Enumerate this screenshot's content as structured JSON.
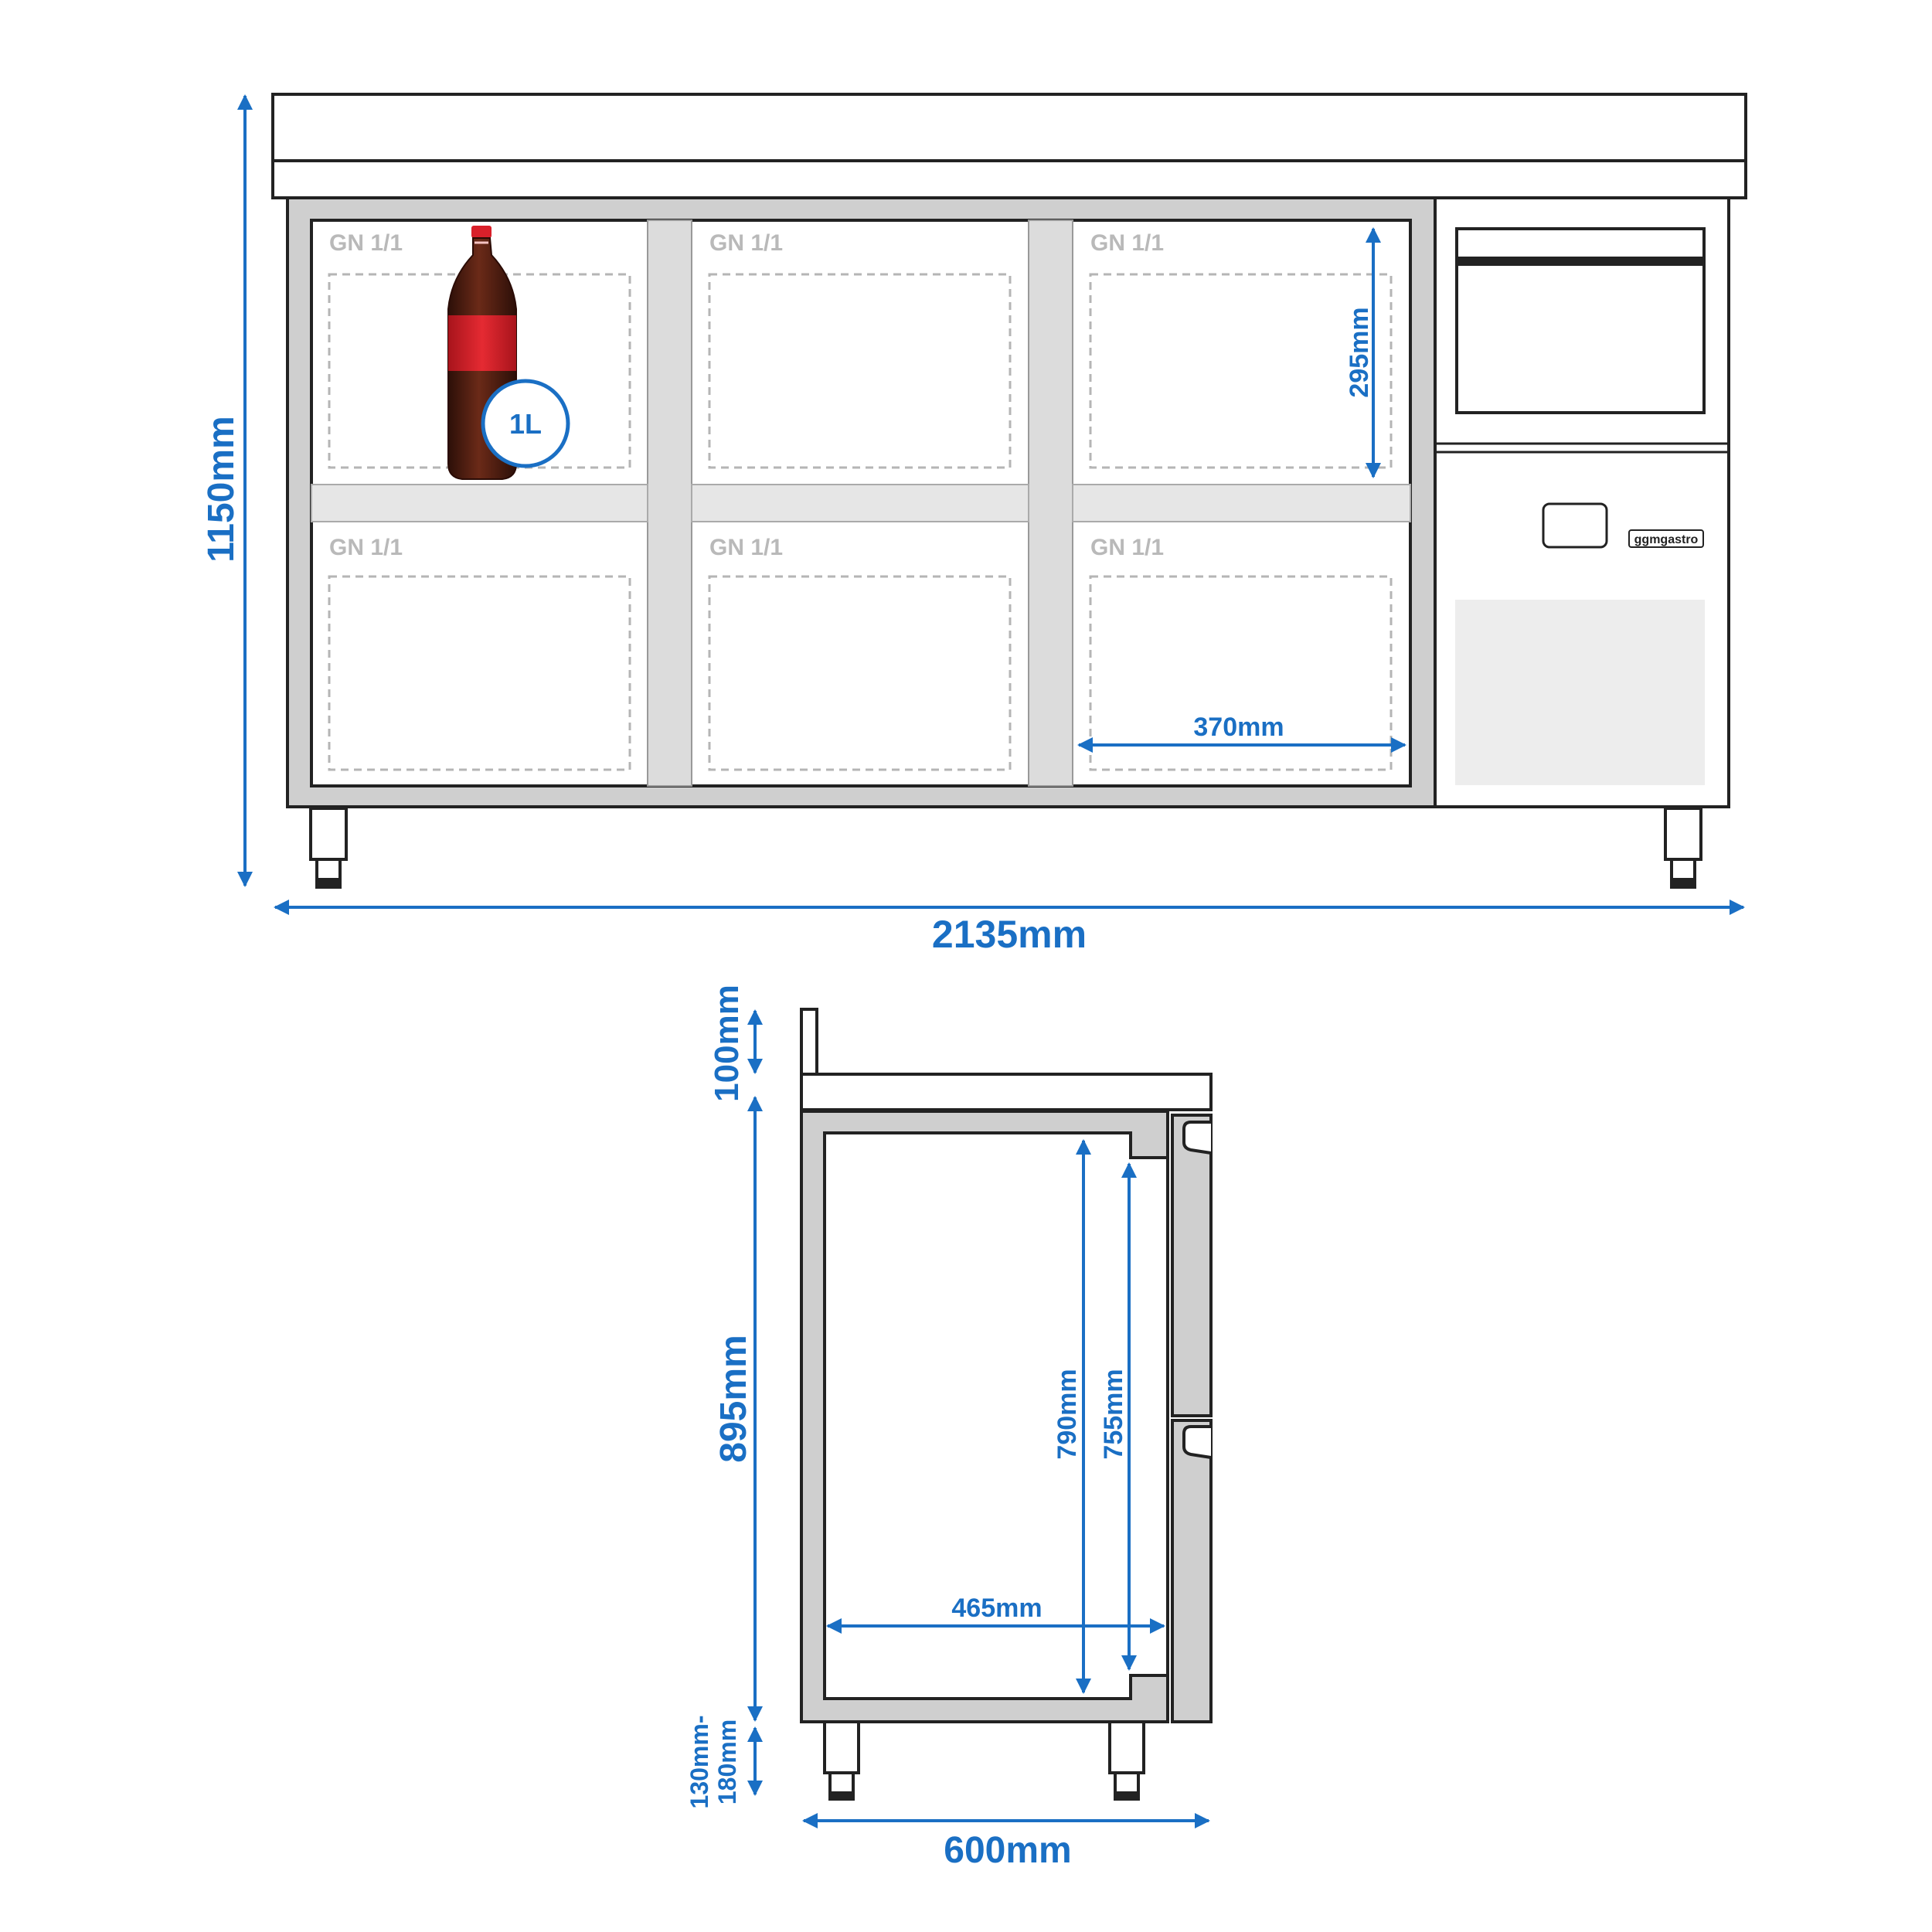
{
  "front_view": {
    "total_height": "1150mm",
    "total_width": "2135mm",
    "compartment_height": "295mm",
    "compartment_width": "370mm",
    "bottle_volume": "1L",
    "compartment_labels": [
      "GN 1/1",
      "GN 1/1",
      "GN 1/1",
      "GN 1/1",
      "GN 1/1",
      "GN 1/1"
    ],
    "brand_label": "ggmgastro",
    "bottle_icon": "soda-bottle-icon"
  },
  "side_view": {
    "backsplash_height": "100mm",
    "body_height": "895mm",
    "leg_height_line1": "130mm-",
    "leg_height_line2": "180mm",
    "interior_height_outer": "790mm",
    "interior_height_inner": "755mm",
    "interior_depth": "465mm",
    "total_depth": "600mm"
  },
  "colors": {
    "dimension_blue": "#1a6fc4",
    "outline": "#222222",
    "panel_gray": "#cfcfcf",
    "label_gray": "#b9b9b9",
    "bottle_red": "#d9202a",
    "cola_brown": "#4a1c12"
  }
}
